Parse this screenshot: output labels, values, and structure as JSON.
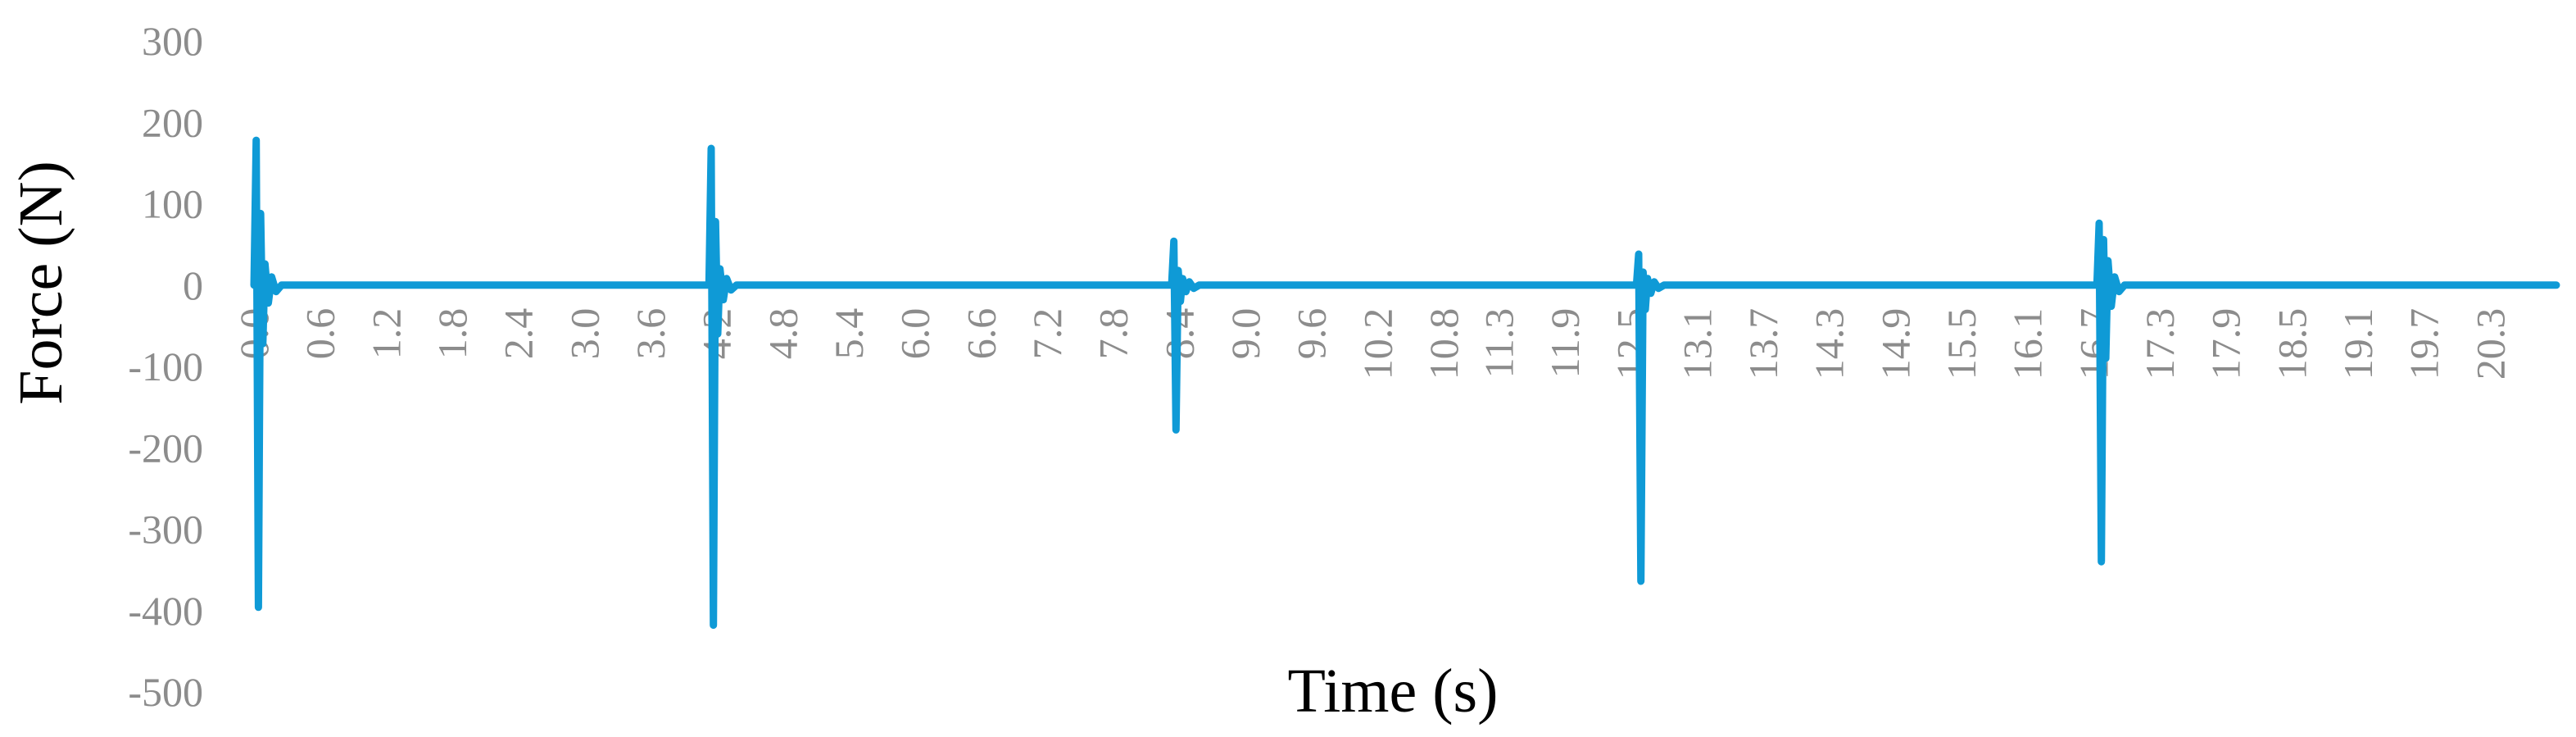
{
  "chart_data": {
    "type": "line",
    "title": "",
    "xlabel": "Time (s)",
    "ylabel": "Force (N)",
    "ylim": [
      -500,
      300
    ],
    "xlim": [
      0,
      20.9
    ],
    "y_ticks": [
      "300",
      "200",
      "100",
      "0",
      "-100",
      "-200",
      "-300",
      "-400",
      "-500"
    ],
    "x_ticks": [
      "0.0",
      "0.6",
      "1.2",
      "1.8",
      "2.4",
      "3.0",
      "3.6",
      "4.2",
      "4.8",
      "5.4",
      "6.0",
      "6.6",
      "7.2",
      "7.8",
      "8.4",
      "9.0",
      "9.6",
      "10.2",
      "10.8",
      "11.3",
      "11.9",
      "12.5",
      "13.1",
      "13.7",
      "14.3",
      "14.9",
      "15.5",
      "16.1",
      "16.7",
      "17.3",
      "17.9",
      "18.5",
      "19.1",
      "19.7",
      "20.3"
    ],
    "grid": false,
    "legend": "none",
    "series_color": "#0f9ad6",
    "series": [
      {
        "x": [
          0,
          0.02,
          0.04,
          0.06,
          0.08,
          0.1,
          0.13,
          0.16,
          0.2,
          0.25,
          4.13,
          4.15,
          4.17,
          4.19,
          4.21,
          4.23,
          4.26,
          4.29,
          4.33,
          4.38,
          8.33,
          8.35,
          8.37,
          8.39,
          8.41,
          8.43,
          8.46,
          8.49,
          8.53,
          8.58,
          12.55,
          12.57,
          12.59,
          12.61,
          12.63,
          12.65,
          12.68,
          12.71,
          12.75,
          12.8,
          16.73,
          16.75,
          16.77,
          16.79,
          16.81,
          16.83,
          16.86,
          16.89,
          16.93,
          16.98,
          20.9
        ],
        "y": [
          0,
          178,
          -396,
          88,
          -72,
          26,
          -22,
          10,
          -8,
          0,
          0,
          168,
          -418,
          78,
          -60,
          20,
          -18,
          8,
          -6,
          0,
          0,
          54,
          -178,
          18,
          -20,
          8,
          -8,
          4,
          -4,
          0,
          0,
          38,
          -364,
          16,
          -30,
          8,
          -10,
          4,
          -4,
          0,
          0,
          76,
          -340,
          56,
          -90,
          30,
          -26,
          10,
          -8,
          0,
          0
        ]
      }
    ]
  }
}
